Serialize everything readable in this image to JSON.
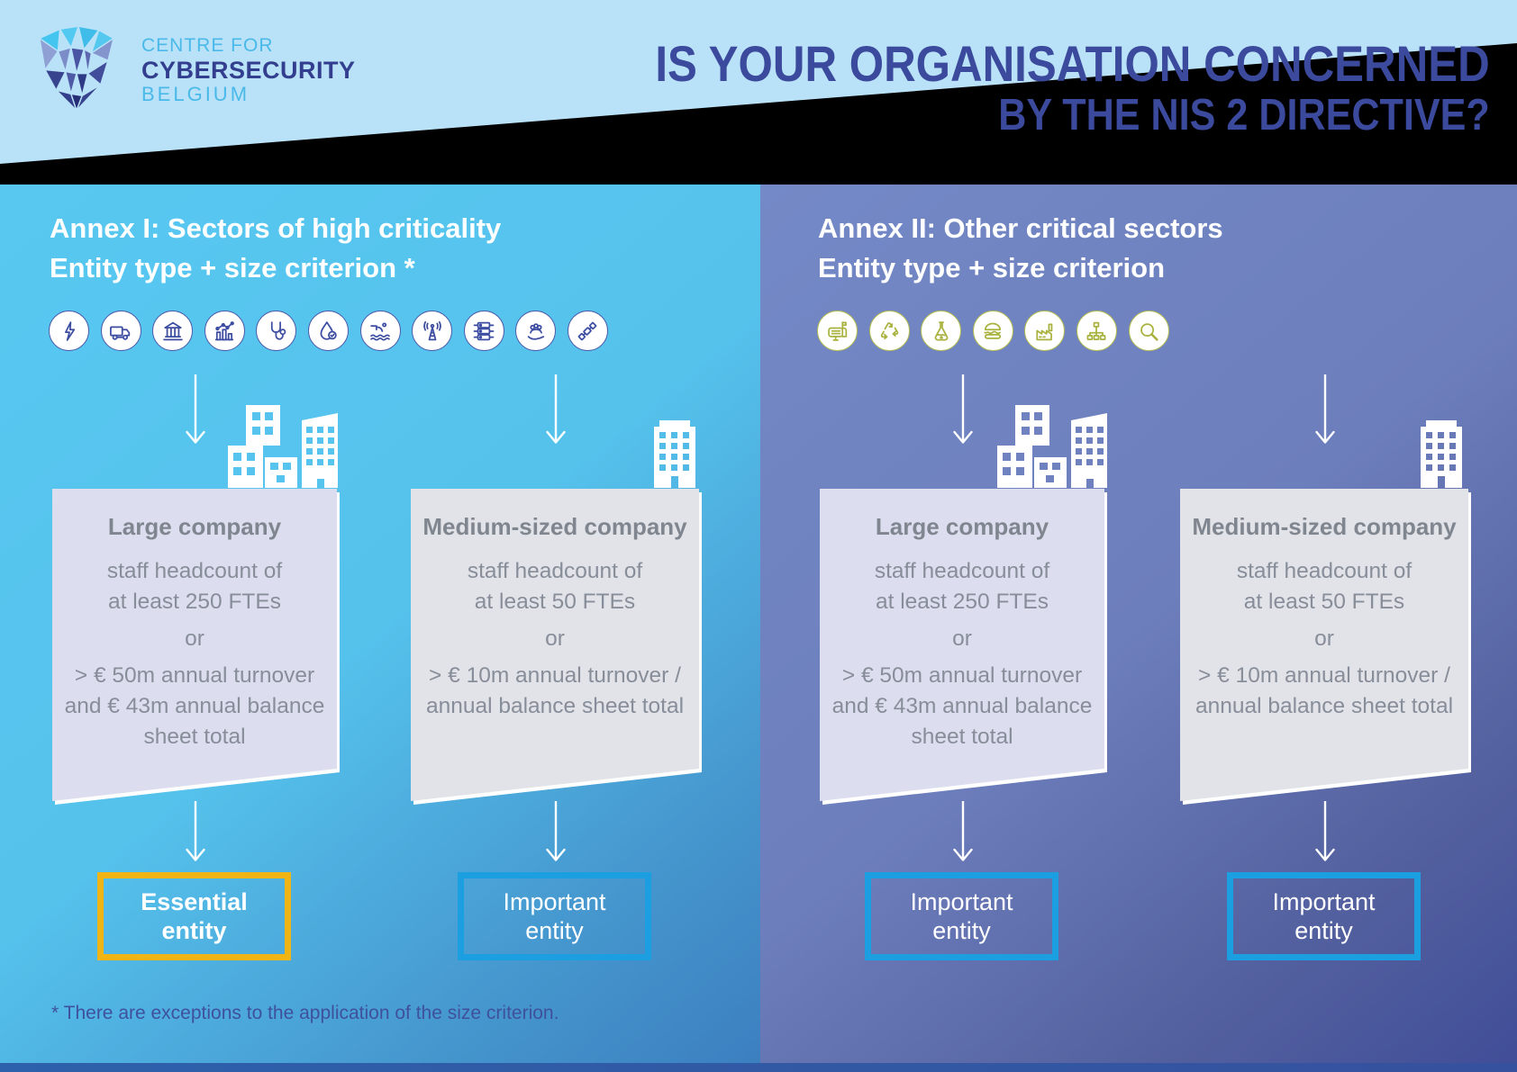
{
  "header": {
    "logo": {
      "line1": "CENTRE FOR",
      "line2": "CYBERSECURITY",
      "line3": "BELGIUM"
    },
    "title_line1": "IS YOUR ORGANISATION CONCERNED",
    "title_line2": "BY THE NIS 2 DIRECTIVE?"
  },
  "panels": [
    {
      "title_line1": "Annex I: Sectors of high criticality",
      "title_line2": "Entity type + size criterion *",
      "sector_icons": [
        "energy",
        "transport",
        "banking",
        "financial-market-infrastructures",
        "health",
        "drinking-water",
        "waste-water",
        "digital-infrastructure",
        "ict-service-management",
        "public-administration",
        "space"
      ],
      "columns": [
        {
          "company": {
            "heading": "Large company",
            "staff_line1": "staff headcount of",
            "staff_line2": "at least 250 FTEs",
            "or_label": "or",
            "finance_line1": "> € 50m annual turnover",
            "finance_line2": "and € 43m annual balance",
            "finance_line3": "sheet total"
          },
          "entity": {
            "line1": "Essential",
            "line2": "entity",
            "variant": "essential"
          }
        },
        {
          "company": {
            "heading": "Medium-sized company",
            "staff_line1": "staff headcount of",
            "staff_line2": "at least 50 FTEs",
            "or_label": "or",
            "finance_line1": "> € 10m annual turnover /",
            "finance_line2": "annual balance sheet total",
            "finance_line3": ""
          },
          "entity": {
            "line1": "Important",
            "line2": "entity",
            "variant": "important"
          }
        }
      ]
    },
    {
      "title_line1": "Annex II: Other critical sectors",
      "title_line2": "Entity type + size criterion",
      "sector_icons": [
        "postal-services",
        "waste-management",
        "chemicals",
        "food",
        "manufacturing",
        "digital-providers",
        "research"
      ],
      "columns": [
        {
          "company": {
            "heading": "Large company",
            "staff_line1": "staff headcount of",
            "staff_line2": "at least 250 FTEs",
            "or_label": "or",
            "finance_line1": "> € 50m annual turnover",
            "finance_line2": "and € 43m annual balance",
            "finance_line3": "sheet total"
          },
          "entity": {
            "line1": "Important",
            "line2": "entity",
            "variant": "important"
          }
        },
        {
          "company": {
            "heading": "Medium-sized company",
            "staff_line1": "staff headcount of",
            "staff_line2": "at least 50 FTEs",
            "or_label": "or",
            "finance_line1": "> € 10m annual turnover /",
            "finance_line2": "annual balance sheet total",
            "finance_line3": ""
          },
          "entity": {
            "line1": "Important",
            "line2": "entity",
            "variant": "important"
          }
        }
      ]
    }
  ],
  "footnote": "* There are exceptions to the application of the size criterion.",
  "colors": {
    "header_bg": "#B9E2F8",
    "title_navy": "#3B4A9C",
    "panel_left": "#57C7F0",
    "panel_right": "#7489C7",
    "essential_border": "#F0B414",
    "important_border": "#1B9FE0",
    "box_large": "#DCDEEF",
    "box_medium": "#E2E3E8",
    "icon_stroke_left": "#3D4EA2",
    "icon_stroke_right": "#A9B23F"
  }
}
